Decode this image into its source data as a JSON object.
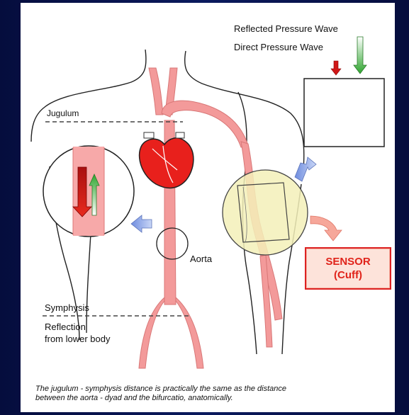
{
  "labels": {
    "reflected_wave": "Reflected Pressure Wave",
    "direct_wave": "Direct Pressure Wave",
    "jugulum": "Jugulum",
    "aorta": "Aorta",
    "symphysis": "Symphysis",
    "reflection_line1": "Reflection",
    "reflection_line2": "from lower body"
  },
  "sensor": {
    "line1": "SENSOR",
    "line2": "(Cuff)"
  },
  "caption": {
    "line1": "The jugulum  -  symphysis distance is practically the same as the distance",
    "line2": "between the aorta  -  dyad and the bifurcatio, anatomically."
  },
  "colors": {
    "background": "#07124a",
    "vessel": "#f39a9a",
    "heart": "#e8201c",
    "reflected_arrow": "#d01818",
    "direct_arrow": "#2ea52e",
    "cuff_zone": "#f3f0b9",
    "sensor_text": "#e0231a",
    "blue_arrow": "#8aa3e6"
  },
  "icons": [
    "heart-icon",
    "down-arrow-icon",
    "up-arrow-icon",
    "blue-arrow-icon",
    "curved-arrow-icon"
  ]
}
